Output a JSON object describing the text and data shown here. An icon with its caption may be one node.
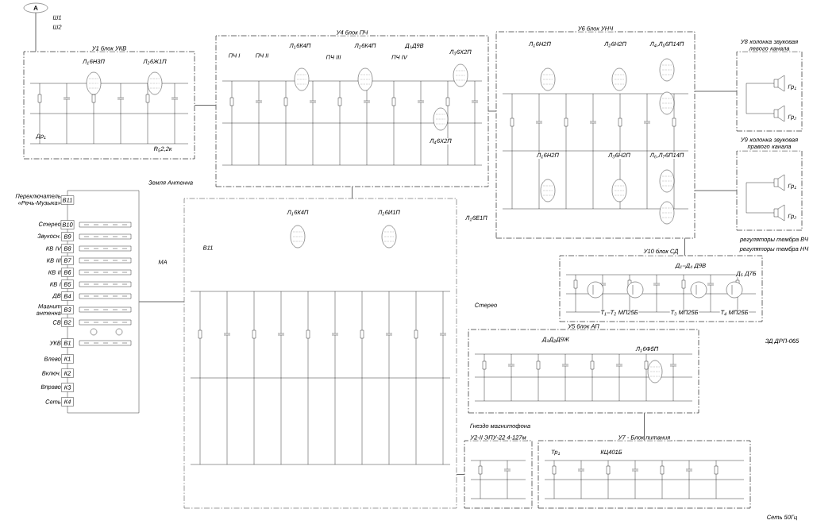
{
  "diagram": {
    "nodes": [
      {
        "text": [
          "У1 блок УКВ"
        ]
      },
      {
        "text": [
          "У4 блок ПЧ"
        ]
      },
      {
        "text": [
          "У6 блок УНЧ"
        ]
      },
      {
        "text": [
          "У8 колонка звуковая левого канала"
        ]
      },
      {
        "text": [
          "У9 колонка звуковая правого канала"
        ]
      },
      {
        "text": [
          "У10 блок СД"
        ]
      },
      {
        "text": [
          "У5 блок АП"
        ]
      },
      {
        "text": [
          "У7 - Блок питания"
        ]
      },
      {
        "text": [
          "У2-II ЭПУ-22 4-127м"
        ]
      },
      {
        "text": [],
        "shape": "box"
      },
      {
        "text": [],
        "shape": "box"
      },
      {
        "text": [
          "А"
        ]
      }
    ],
    "edges": [
      {
        "from": 11,
        "to": 0,
        "arrow": "none"
      },
      {
        "from": 0,
        "to": 1,
        "arrow": "none"
      },
      {
        "from": 1,
        "to": 2,
        "arrow": "none"
      },
      {
        "from": 2,
        "to": 3,
        "arrow": "none"
      },
      {
        "from": 2,
        "to": 4,
        "arrow": "none"
      },
      {
        "from": 10,
        "to": 1,
        "arrow": "none"
      },
      {
        "from": 9,
        "to": 10,
        "arrow": "none"
      },
      {
        "from": 5,
        "to": 2,
        "arrow": "none"
      },
      {
        "from": 7,
        "to": 6,
        "arrow": "none"
      },
      {
        "from": 8,
        "to": 10,
        "arrow": "none"
      }
    ],
    "labels": [
      "Ш1",
      "Ш2",
      "Л$_{1}$6Н3П",
      "Л$_{2}$6Ж1П",
      "Др$_{1}$",
      "R$_{5}$2,2к",
      "ПЧ I",
      "ПЧ II",
      "Л$_{1}$6К4П",
      "ПЧ III",
      "Л$_{2}$6К4П",
      "ПЧ IV",
      "Д$_{1}$Д9В",
      "Л$_{3}$6Х2П",
      "Л$_{4}$6Х2П",
      "Л$_{1}$6Н2П",
      "Л$_{2}$6Н2П",
      "Л$_{4}$,Л$_{5}$6П14П",
      "Л$_{1}$6Н2П",
      "Л$_{3}$6Н2П",
      "Л$_{6}$,Л$_{7}$6П14П",
      "Гр$_{1}$",
      "Гр$_{2}$",
      "Гр$_{1}$",
      "Гр$_{2}$",
      "регуляторы тембра ВЧ",
      "регуляторы тембра НЧ",
      "Д$_{1}$–Д$_{4}$ Д9В",
      "Д$_{5}$ Д7Б",
      "Т$_{1}$–Т$_{2}$ МП25Б",
      "Т$_{3}$ МП25Б",
      "Т$_{4}$ МП25Б",
      "Земля Антенна",
      "МА",
      "В11",
      "Л$_{1}$6К4П",
      "Л$_{2}$6И1П",
      "Л$_{1}$6Е1П",
      "Стерео",
      "Д$_{1}$Д$_{2}$Д9Ж",
      "Л$_{1}$6Ф5П",
      "ЗД ДРП-065",
      "Гнездо магнитофона",
      "Тр$_{1}$",
      "КЦ401Б",
      "Сеть 50Гц",
      "Переключатель «Речь-Музыка»",
      "В11",
      "Стерео",
      "В10",
      "Звукосн.",
      "В9",
      "КВ IV",
      "В8",
      "КВ III",
      "В7",
      "КВ II",
      "В6",
      "КВ I",
      "В5",
      "ДВ",
      "В4",
      "Магнит антенна",
      "В3",
      "СВ",
      "В2",
      "УКВ",
      "В1",
      "Влево",
      "К1",
      "Включ.",
      "К2",
      "Вправо",
      "К3",
      "Сеть",
      "К4"
    ]
  }
}
